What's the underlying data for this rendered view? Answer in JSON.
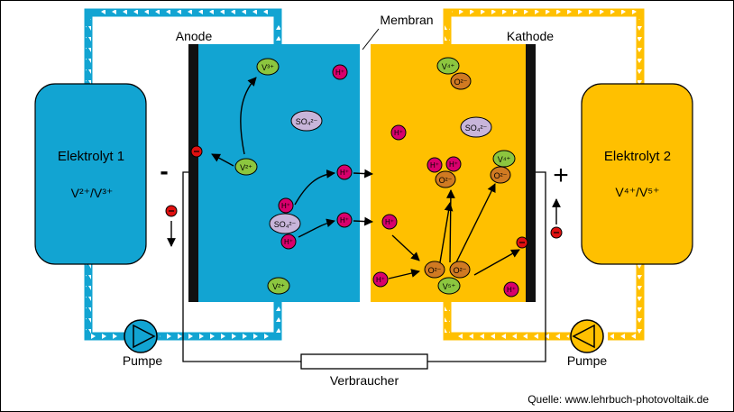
{
  "labels": {
    "membrane": "Membran",
    "anode": "Anode",
    "cathode": "Kathode",
    "electrolyte1_name": "Elektrolyt 1",
    "electrolyte1_species": "V²⁺/V³⁺",
    "electrolyte2_name": "Elektrolyt 2",
    "electrolyte2_species": "V⁴⁺/V⁵⁺",
    "minus": "-",
    "plus": "+",
    "pump_left": "Pumpe",
    "pump_right": "Pumpe",
    "load": "Verbraucher",
    "source": "Quelle: www.lehrbuch-photovoltaik.de"
  },
  "species": {
    "v3": "V³⁺",
    "v2": "V²⁺",
    "v4": "V⁴⁺",
    "v5": "V⁵⁺",
    "h": "H⁺",
    "so4": "SO₄²⁻",
    "o2": "O²⁻",
    "e": "e⁻"
  },
  "colors": {
    "anode_electrolyte": "#12A4D2",
    "cathode_electrolyte": "#FFC000",
    "electrode": "#111111",
    "h_ion": "#D9006C",
    "v_ion": "#8CC63F",
    "so4_ion": "#C8B5DA",
    "o_ion": "#D07A22",
    "electron": "#E01010"
  }
}
